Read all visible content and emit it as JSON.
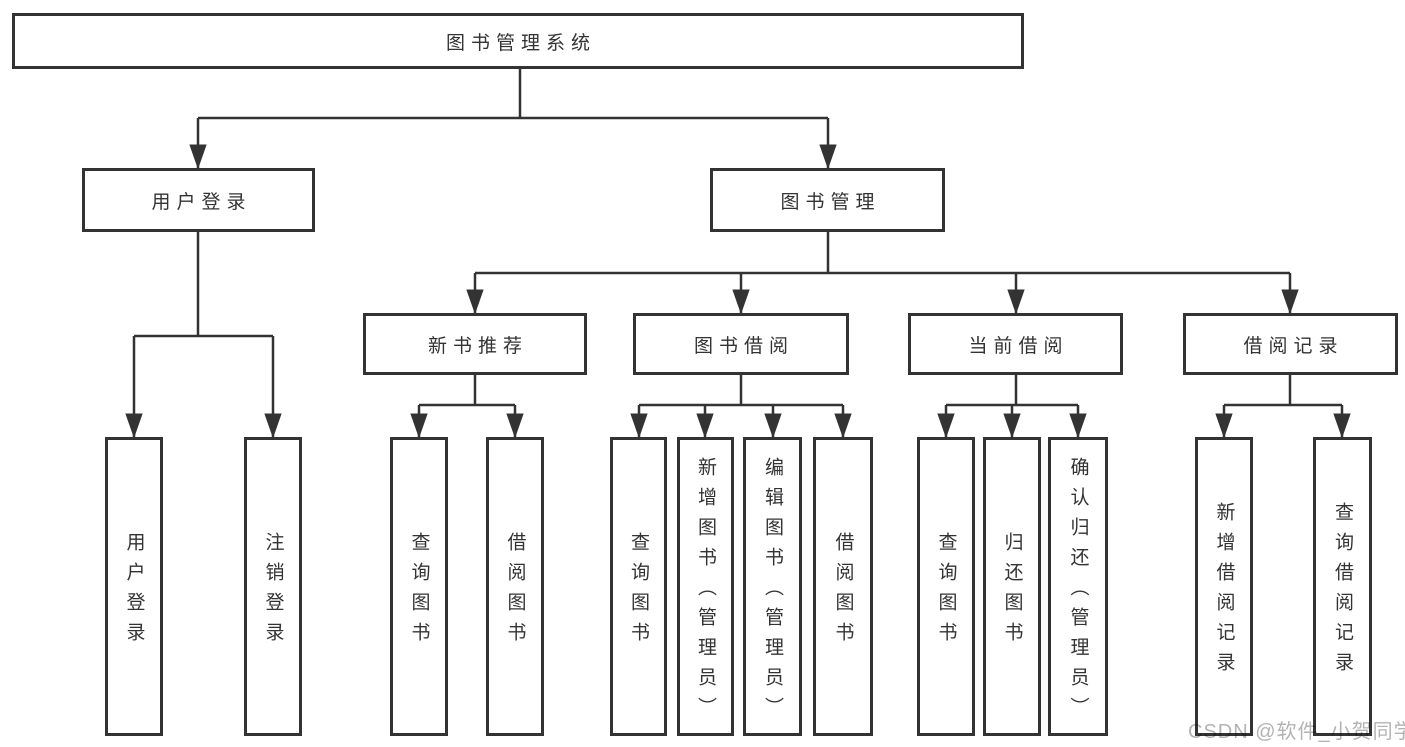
{
  "diagram": {
    "root_label": "图书管理系统",
    "level2": [
      {
        "label": "用户登录",
        "children": [
          {
            "label": "用户登录"
          },
          {
            "label": "注销登录"
          }
        ]
      },
      {
        "label": "图书管理",
        "children": [
          {
            "label": "新书推荐",
            "children": [
              {
                "label": "查询图书"
              },
              {
                "label": "借阅图书"
              }
            ]
          },
          {
            "label": "图书借阅",
            "children": [
              {
                "label": "查询图书"
              },
              {
                "label": "新增图书（管理员）"
              },
              {
                "label": "编辑图书（管理员）"
              },
              {
                "label": "借阅图书"
              }
            ]
          },
          {
            "label": "当前借阅",
            "children": [
              {
                "label": "查询图书"
              },
              {
                "label": "归还图书"
              },
              {
                "label": "确认归还（管理员）"
              }
            ]
          },
          {
            "label": "借阅记录",
            "children": [
              {
                "label": "新增借阅记录"
              },
              {
                "label": "查询借阅记录"
              }
            ]
          }
        ]
      }
    ]
  },
  "watermark": "CSDN @软件_小贺同学",
  "colors": {
    "line": "#333333",
    "text": "#333333",
    "watermark": "#b3b3b3",
    "background": "#ffffff"
  }
}
